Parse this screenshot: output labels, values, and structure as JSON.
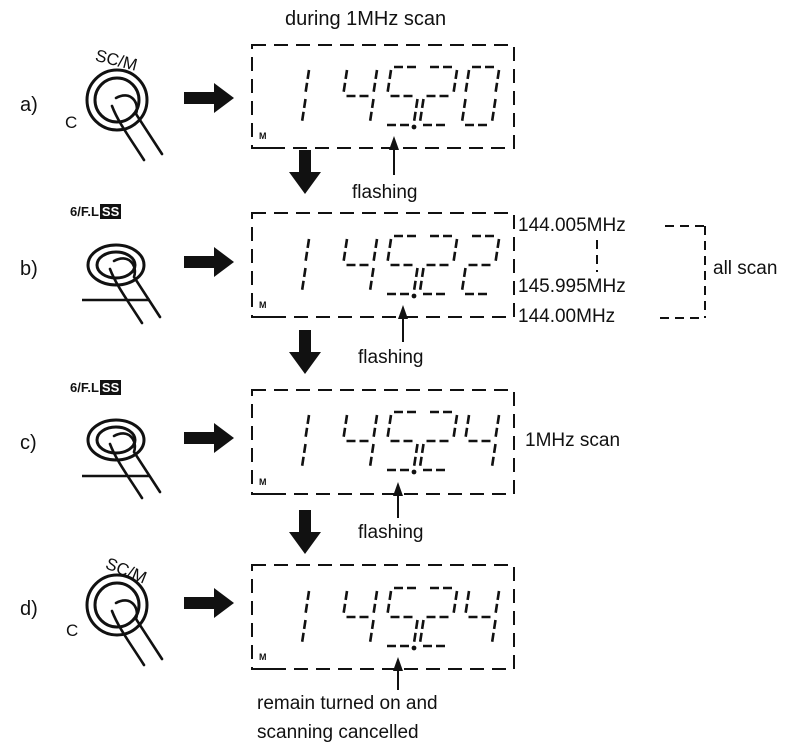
{
  "header": {
    "title": "during 1MHz scan"
  },
  "steps": [
    {
      "label": "a)",
      "button_main": "SC/M",
      "button_sub": "C",
      "display": "145.20",
      "digits": [
        "1",
        "4",
        "5",
        "2",
        "0"
      ],
      "note": "flashing"
    },
    {
      "label": "b)",
      "button_main": "6/F.L",
      "button_badge": "SS",
      "display": "145.22",
      "digits": [
        "1",
        "4",
        "5",
        "2",
        "2"
      ],
      "note": "flashing"
    },
    {
      "label": "c)",
      "button_main": "6/F.L",
      "button_badge": "SS",
      "display": "145.24",
      "digits": [
        "1",
        "4",
        "5",
        "2",
        "4"
      ],
      "note": "flashing"
    },
    {
      "label": "d)",
      "button_main": "SC/M",
      "button_sub": "C",
      "display": "145.24",
      "digits": [
        "1",
        "4",
        "5",
        "2",
        "4"
      ]
    }
  ],
  "display_memory_indicator": "M",
  "all_scan": {
    "upper": "144.005MHz",
    "middle": "145.995MHz",
    "lower": "144.00MHz",
    "label": "all scan"
  },
  "one_mhz_scan_label": "1MHz scan",
  "footer": {
    "line1": "remain turned on and",
    "line2": "scanning cancelled"
  }
}
